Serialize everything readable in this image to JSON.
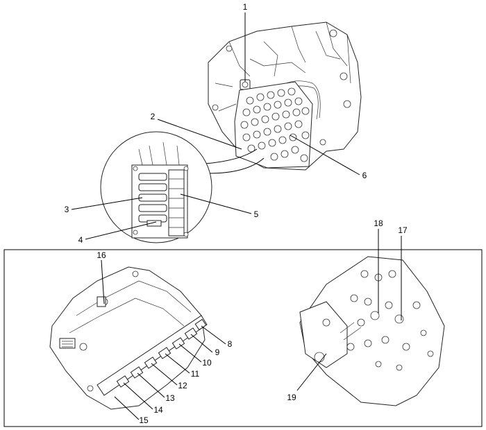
{
  "callouts": [
    {
      "id": "1",
      "text": "1"
    },
    {
      "id": "2",
      "text": "2"
    },
    {
      "id": "3",
      "text": "3"
    },
    {
      "id": "4",
      "text": "4"
    },
    {
      "id": "5",
      "text": "5"
    },
    {
      "id": "6",
      "text": "6"
    },
    {
      "id": "8",
      "text": "8"
    },
    {
      "id": "9",
      "text": "9"
    },
    {
      "id": "10",
      "text": "10"
    },
    {
      "id": "11",
      "text": "11"
    },
    {
      "id": "12",
      "text": "12"
    },
    {
      "id": "13",
      "text": "13"
    },
    {
      "id": "14",
      "text": "14"
    },
    {
      "id": "15",
      "text": "15"
    },
    {
      "id": "16",
      "text": "16"
    },
    {
      "id": "17",
      "text": "17"
    },
    {
      "id": "18",
      "text": "18"
    },
    {
      "id": "19",
      "text": "19"
    }
  ]
}
